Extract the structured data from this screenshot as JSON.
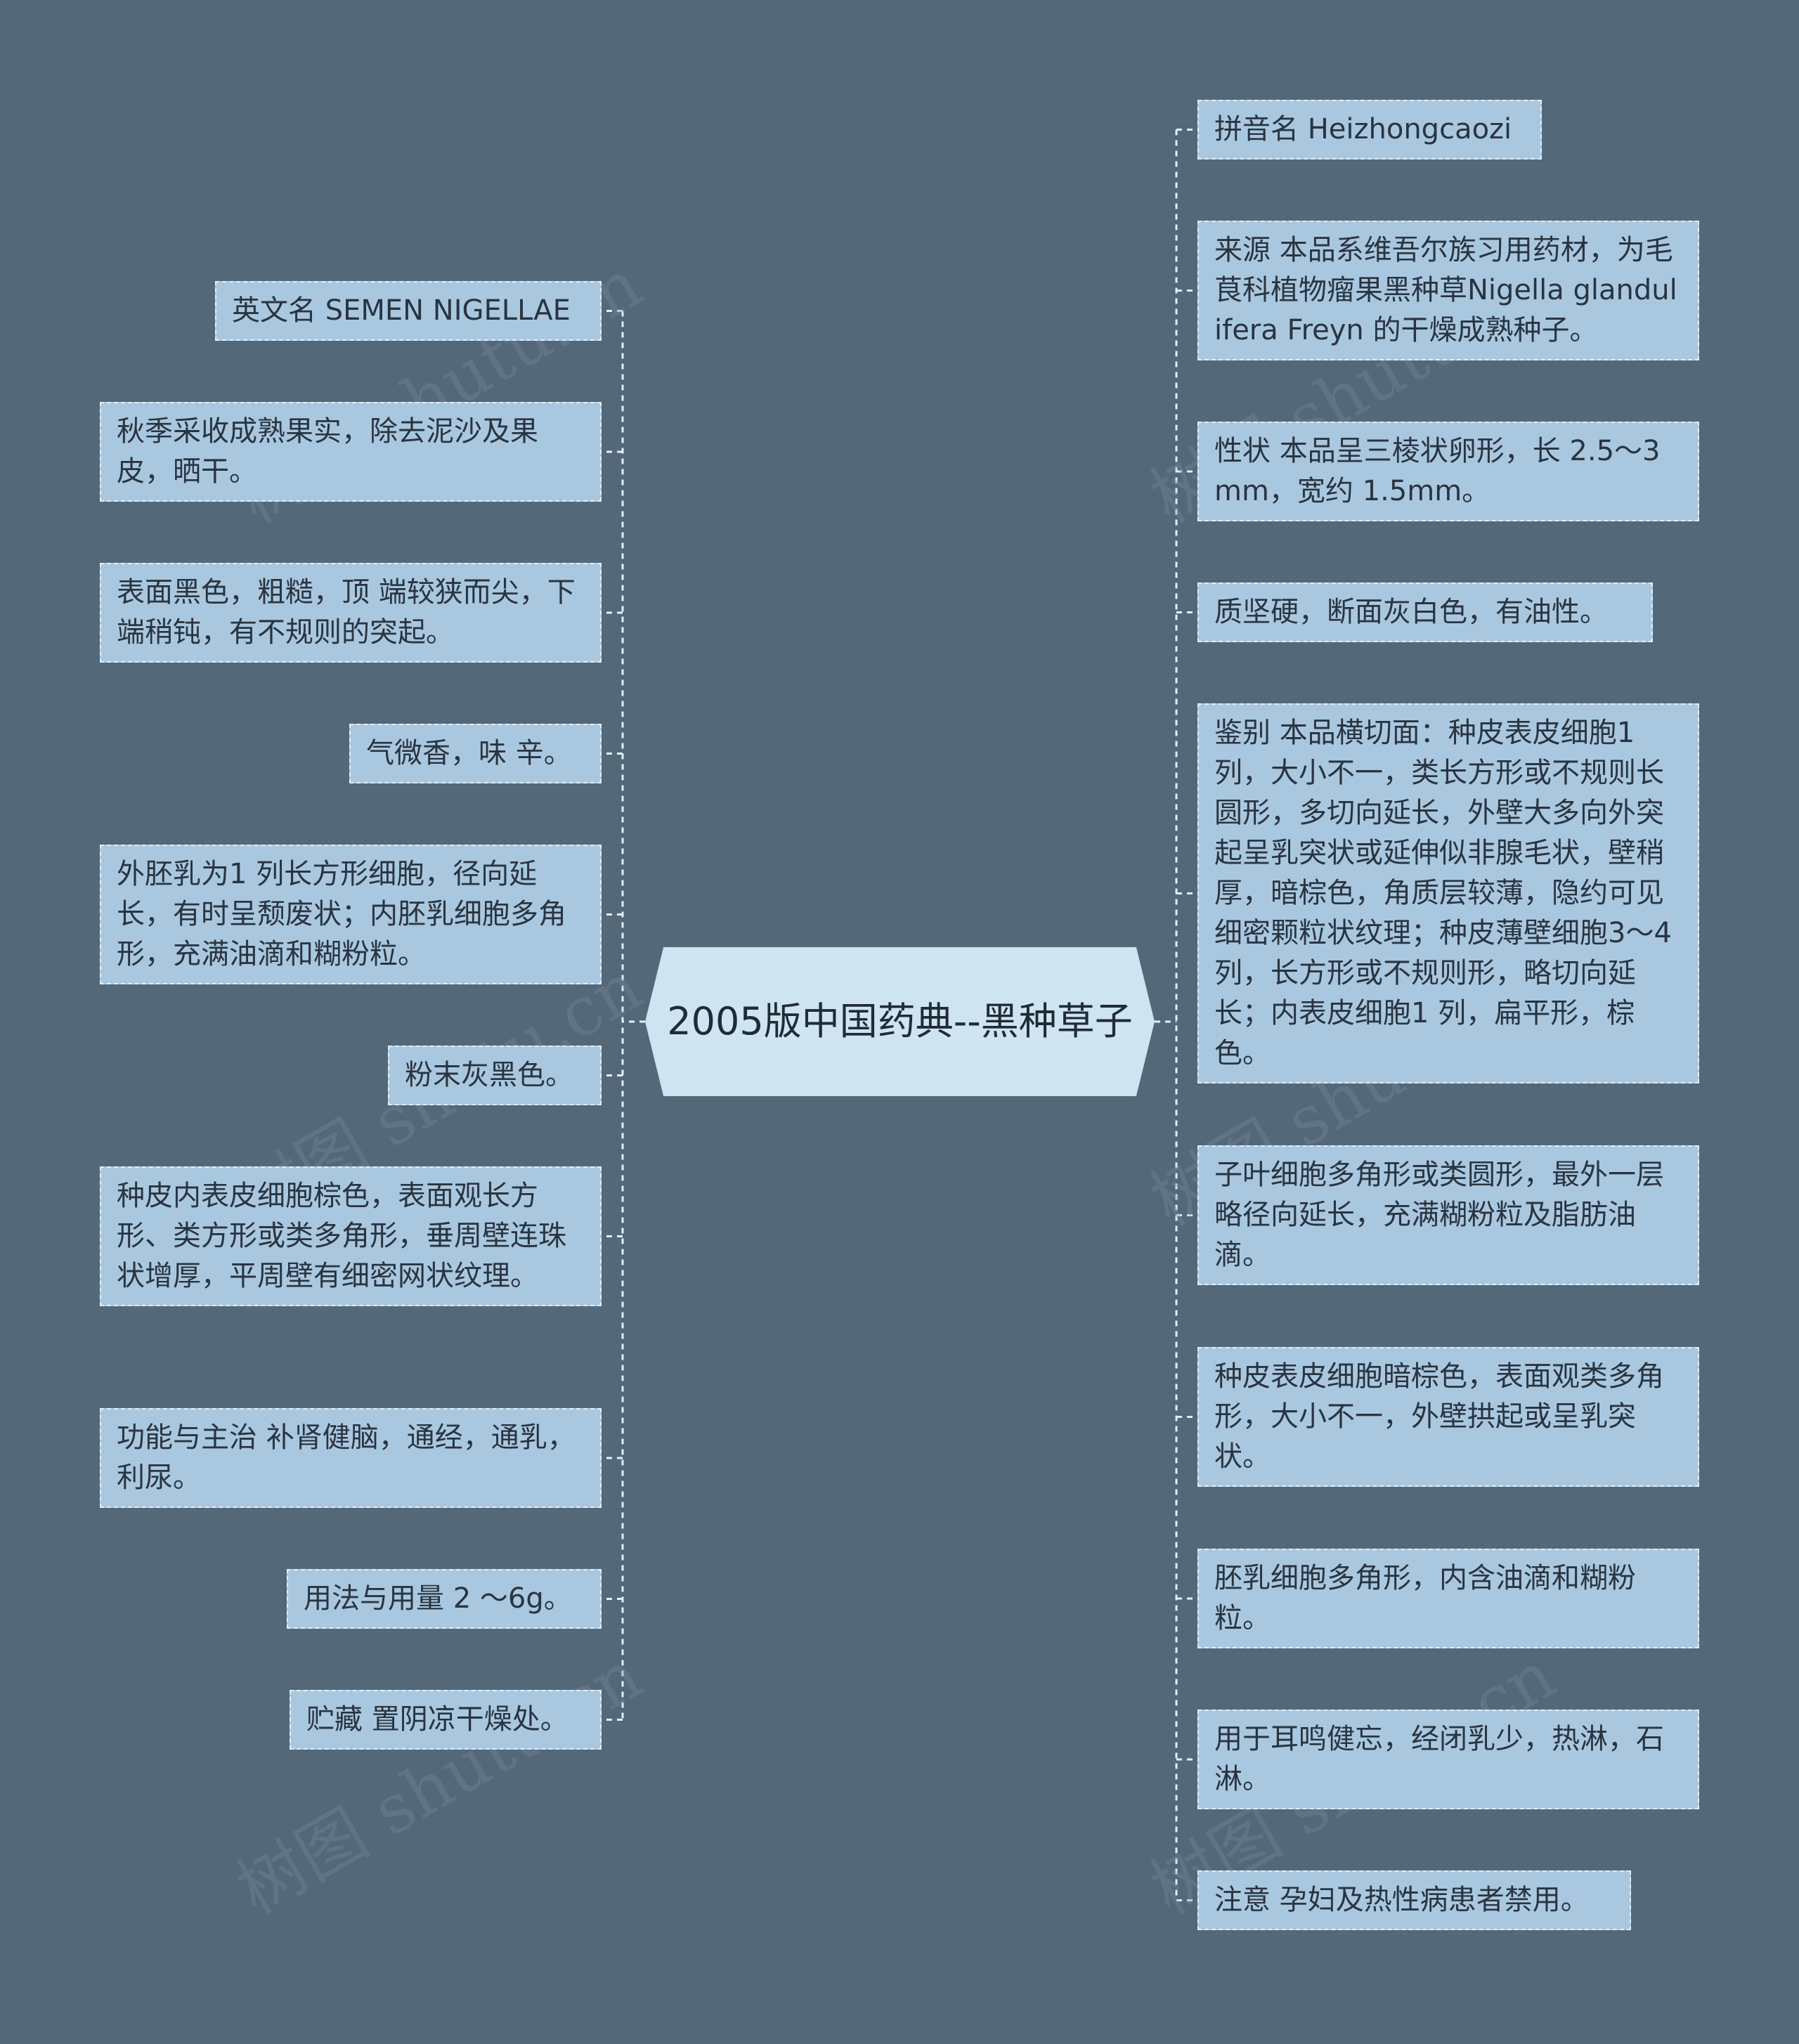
{
  "center": {
    "title": "2005版中国药典--黑种草子"
  },
  "left_nodes": [
    "英文名 SEMEN NIGELLAE",
    "秋季采收成熟果实，除去泥沙及果皮，晒干。",
    "表面黑色，粗糙，顶 端较狭而尖，下端稍钝，有不规则的突起。",
    "气微香，味 辛。",
    "外胚乳为1 列长方形细胞，径向延长，有时呈颓废状；内胚乳细胞多角形，充满油滴和糊粉粒。",
    "粉末灰黑色。",
    "种皮内表皮细胞棕色，表面观长方形、类方形或类多角形，垂周壁连珠状增厚，平周壁有细密网状纹理。",
    "功能与主治 补肾健脑，通经，通乳，利尿。",
    "用法与用量 2 ～6g。",
    "贮藏 置阴凉干燥处。"
  ],
  "right_nodes": [
    "拼音名 Heizhongcaozi",
    "来源 本品系维吾尔族习用药材，为毛茛科植物瘤果黑种草Nigella glandulifera Freyn 的干燥成熟种子。",
    "性状 本品呈三棱状卵形，长 2.5～3mm，宽约 1.5mm。",
    "质坚硬，断面灰白色，有油性。",
    "鉴别 本品横切面：种皮表皮细胞1 列，大小不一，类长方形或不规则长圆形，多切向延长，外壁大多向外突起呈乳突状或延伸似非腺毛状，壁稍厚，暗棕色，角质层较薄，隐约可见细密颗粒状纹理；种皮薄壁细胞3～4列，长方形或不规则形，略切向延长；内表皮细胞1 列，扁平形，棕色。",
    "子叶细胞多角形或类圆形，最外一层略径向延长，充满糊粉粒及脂肪油滴。",
    "种皮表皮细胞暗棕色，表面观类多角形，大小不一，外壁拱起或呈乳突状。",
    "胚乳细胞多角形，内含油滴和糊粉粒。",
    "用于耳鸣健忘，经闭乳少，热淋，石淋。",
    "注意 孕妇及热性病患者禁用。"
  ],
  "watermark": "树图 shutu.cn",
  "colors": {
    "background": "#536878",
    "node_fill": "#a9c8e0",
    "center_fill": "#cfe4f1",
    "connector": "#e4eef6"
  }
}
